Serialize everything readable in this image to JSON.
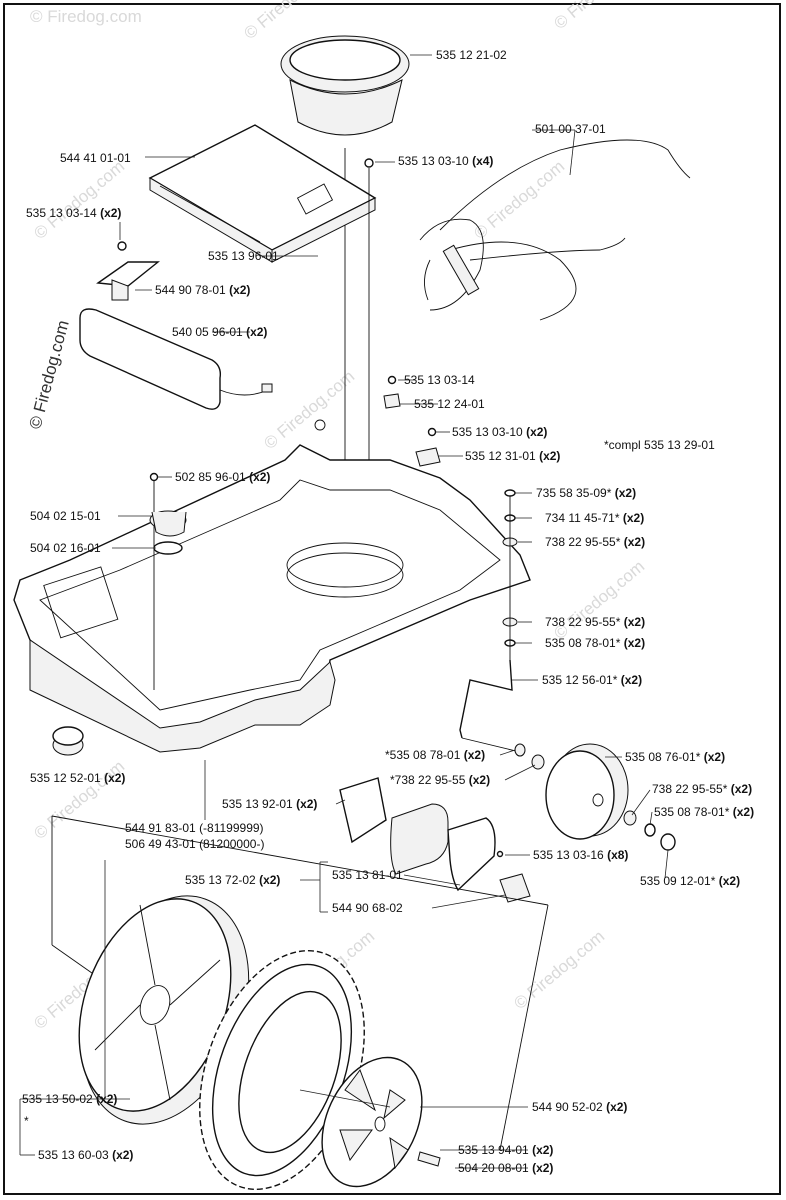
{
  "watermark": "© Firedog.com",
  "callouts": [
    {
      "part": "535 12 21-02",
      "qty": ""
    },
    {
      "part": "501 00 37-01",
      "qty": ""
    },
    {
      "part": "544 41 01-01",
      "qty": ""
    },
    {
      "part": "535 13 03-10",
      "qty": "(x4)"
    },
    {
      "part": "535 13 03-14",
      "qty": "(x2)"
    },
    {
      "part": "535 13 96-01",
      "qty": ""
    },
    {
      "part": "544 90 78-01",
      "qty": "(x2)"
    },
    {
      "part": "540 05 96-01",
      "qty": "(x2)"
    },
    {
      "part": "535 13 03-14",
      "qty": ""
    },
    {
      "part": "535 12 24-01",
      "qty": ""
    },
    {
      "part": "535 13 03-10",
      "qty": "(x2)"
    },
    {
      "part": "*compl 535 13 29-01",
      "qty": ""
    },
    {
      "part": "535 12 31-01",
      "qty": "(x2)"
    },
    {
      "part": "502 85 96-01",
      "qty": "(x2)"
    },
    {
      "part": "735 58 35-09*",
      "qty": "(x2)"
    },
    {
      "part": "504 02 15-01",
      "qty": ""
    },
    {
      "part": "734 11 45-71*",
      "qty": "(x2)"
    },
    {
      "part": "504 02 16-01",
      "qty": ""
    },
    {
      "part": "738 22 95-55*",
      "qty": "(x2)"
    },
    {
      "part": "738 22 95-55*",
      "qty": "(x2)"
    },
    {
      "part": "535 08 78-01*",
      "qty": "(x2)"
    },
    {
      "part": "535 12 56-01*",
      "qty": "(x2)"
    },
    {
      "part": "*535 08 78-01",
      "qty": "(x2)"
    },
    {
      "part": "535 08 76-01*",
      "qty": "(x2)"
    },
    {
      "part": "*738 22 95-55",
      "qty": "(x2)"
    },
    {
      "part": "738 22 95-55*",
      "qty": "(x2)"
    },
    {
      "part": "535 12 52-01",
      "qty": "(x2)"
    },
    {
      "part": "535 08 78-01*",
      "qty": "(x2)"
    },
    {
      "part": "535 13 92-01",
      "qty": "(x2)"
    },
    {
      "part": "544 91 83-01 (-81199999)",
      "qty": ""
    },
    {
      "part": "506 49 43-01 (81200000-)",
      "qty": ""
    },
    {
      "part": "535 13 03-16",
      "qty": "(x8)"
    },
    {
      "part": "535 13 72-02",
      "qty": "(x2)"
    },
    {
      "part": "535 13 81-01",
      "qty": ""
    },
    {
      "part": "535 09 12-01*",
      "qty": "(x2)"
    },
    {
      "part": "544 90 68-02",
      "qty": ""
    },
    {
      "part": "535 13 50-02",
      "qty": "(x2)"
    },
    {
      "part": "*",
      "qty": ""
    },
    {
      "part": "544 90 52-02",
      "qty": "(x2)"
    },
    {
      "part": "535 13 60-03",
      "qty": "(x2)"
    },
    {
      "part": "535 13 94-01",
      "qty": "(x2)"
    },
    {
      "part": "504 20 08-01",
      "qty": "(x2)"
    }
  ]
}
